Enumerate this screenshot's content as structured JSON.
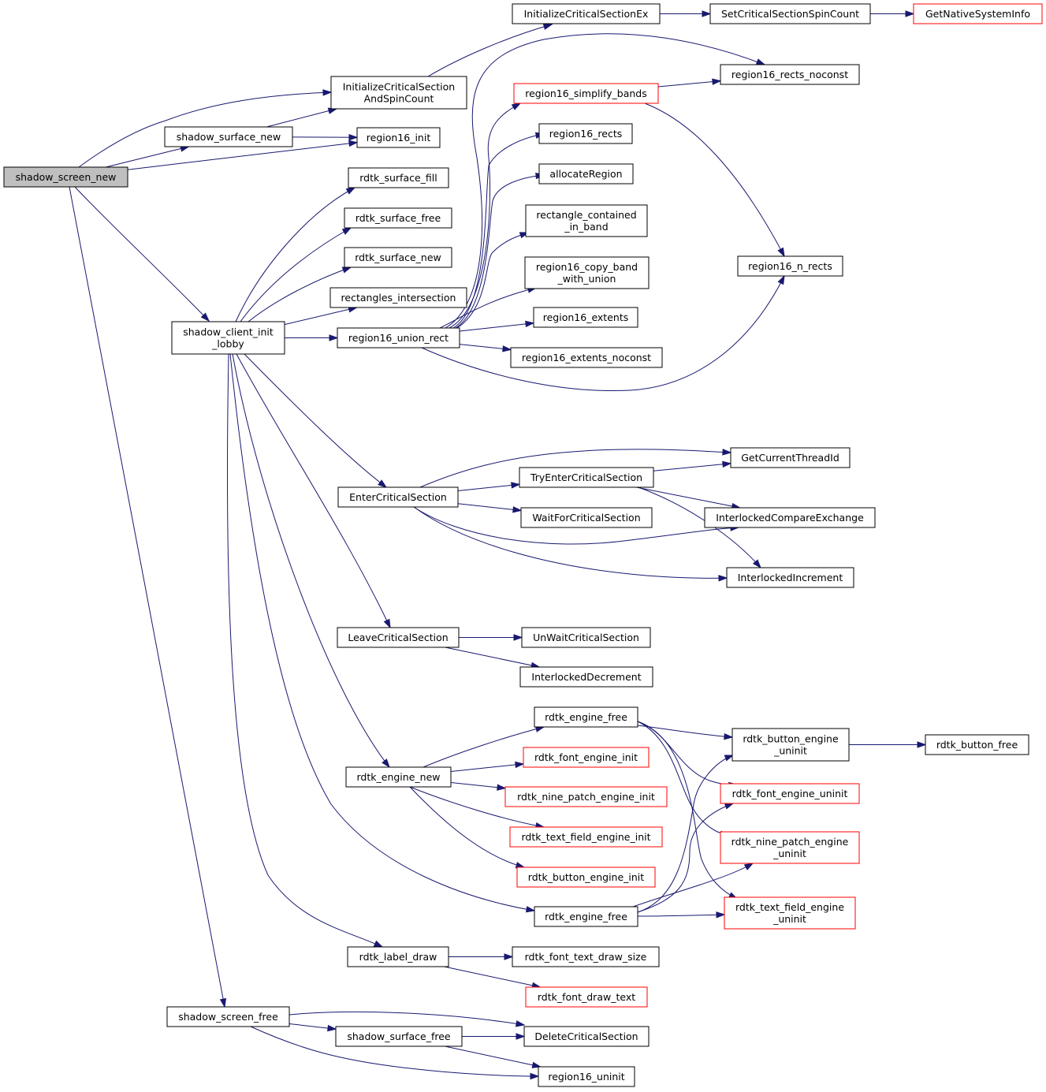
{
  "nodes": [
    {
      "id": "shadow_screen_new",
      "lines": [
        "shadow_screen_new"
      ],
      "style": "root"
    },
    {
      "id": "InitializeCriticalSectionEx",
      "lines": [
        "InitializeCriticalSectionEx"
      ]
    },
    {
      "id": "SetCriticalSectionSpinCount",
      "lines": [
        "SetCriticalSectionSpinCount"
      ]
    },
    {
      "id": "GetNativeSystemInfo",
      "lines": [
        "GetNativeSystemInfo"
      ],
      "style": "ext"
    },
    {
      "id": "InitializeCriticalSectionAndSpinCount",
      "lines": [
        "InitializeCriticalSection",
        "AndSpinCount"
      ]
    },
    {
      "id": "shadow_surface_new",
      "lines": [
        "shadow_surface_new"
      ]
    },
    {
      "id": "region16_init",
      "lines": [
        "region16_init"
      ]
    },
    {
      "id": "region16_rects_noconst",
      "lines": [
        "region16_rects_noconst"
      ]
    },
    {
      "id": "region16_simplify_bands",
      "lines": [
        "region16_simplify_bands"
      ],
      "style": "ext"
    },
    {
      "id": "region16_rects",
      "lines": [
        "region16_rects"
      ]
    },
    {
      "id": "allocateRegion",
      "lines": [
        "allocateRegion"
      ]
    },
    {
      "id": "rectangle_contained_in_band",
      "lines": [
        "rectangle_contained",
        "_in_band"
      ]
    },
    {
      "id": "region16_copy_band_with_union",
      "lines": [
        "region16_copy_band",
        "_with_union"
      ]
    },
    {
      "id": "region16_n_rects",
      "lines": [
        "region16_n_rects"
      ]
    },
    {
      "id": "region16_extents",
      "lines": [
        "region16_extents"
      ]
    },
    {
      "id": "region16_extents_noconst",
      "lines": [
        "region16_extents_noconst"
      ]
    },
    {
      "id": "rdtk_surface_fill",
      "lines": [
        "rdtk_surface_fill"
      ]
    },
    {
      "id": "rdtk_surface_free",
      "lines": [
        "rdtk_surface_free"
      ]
    },
    {
      "id": "rdtk_surface_new",
      "lines": [
        "rdtk_surface_new"
      ]
    },
    {
      "id": "rectangles_intersection",
      "lines": [
        "rectangles_intersection"
      ]
    },
    {
      "id": "shadow_client_init_lobby",
      "lines": [
        "shadow_client_init",
        "_lobby"
      ]
    },
    {
      "id": "region16_union_rect",
      "lines": [
        "region16_union_rect"
      ]
    },
    {
      "id": "GetCurrentThreadId",
      "lines": [
        "GetCurrentThreadId"
      ]
    },
    {
      "id": "TryEnterCriticalSection",
      "lines": [
        "TryEnterCriticalSection"
      ]
    },
    {
      "id": "EnterCriticalSection",
      "lines": [
        "EnterCriticalSection"
      ]
    },
    {
      "id": "WaitForCriticalSection",
      "lines": [
        "WaitForCriticalSection"
      ]
    },
    {
      "id": "InterlockedCompareExchange",
      "lines": [
        "InterlockedCompareExchange"
      ]
    },
    {
      "id": "InterlockedIncrement",
      "lines": [
        "InterlockedIncrement"
      ]
    },
    {
      "id": "LeaveCriticalSection",
      "lines": [
        "LeaveCriticalSection"
      ]
    },
    {
      "id": "UnWaitCriticalSection",
      "lines": [
        "UnWaitCriticalSection"
      ]
    },
    {
      "id": "InterlockedDecrement",
      "lines": [
        "InterlockedDecrement"
      ]
    },
    {
      "id": "rdtk_engine_free_a",
      "lines": [
        "rdtk_engine_free"
      ]
    },
    {
      "id": "rdtk_button_engine_uninit",
      "lines": [
        "rdtk_button_engine",
        "_uninit"
      ]
    },
    {
      "id": "rdtk_button_free",
      "lines": [
        "rdtk_button_free"
      ]
    },
    {
      "id": "rdtk_font_engine_init",
      "lines": [
        "rdtk_font_engine_init"
      ],
      "style": "ext"
    },
    {
      "id": "rdtk_engine_new",
      "lines": [
        "rdtk_engine_new"
      ]
    },
    {
      "id": "rdtk_font_engine_uninit",
      "lines": [
        "rdtk_font_engine_uninit"
      ],
      "style": "ext"
    },
    {
      "id": "rdtk_nine_patch_engine_init",
      "lines": [
        "rdtk_nine_patch_engine_init"
      ],
      "style": "ext"
    },
    {
      "id": "rdtk_nine_patch_engine_uninit",
      "lines": [
        "rdtk_nine_patch_engine",
        "_uninit"
      ],
      "style": "ext"
    },
    {
      "id": "rdtk_text_field_engine_init",
      "lines": [
        "rdtk_text_field_engine_init"
      ],
      "style": "ext"
    },
    {
      "id": "rdtk_button_engine_init",
      "lines": [
        "rdtk_button_engine_init"
      ],
      "style": "ext"
    },
    {
      "id": "rdtk_text_field_engine_uninit",
      "lines": [
        "rdtk_text_field_engine",
        "_uninit"
      ],
      "style": "ext"
    },
    {
      "id": "rdtk_engine_free_b",
      "lines": [
        "rdtk_engine_free"
      ]
    },
    {
      "id": "rdtk_label_draw",
      "lines": [
        "rdtk_label_draw"
      ]
    },
    {
      "id": "rdtk_font_text_draw_size",
      "lines": [
        "rdtk_font_text_draw_size"
      ]
    },
    {
      "id": "rdtk_font_draw_text",
      "lines": [
        "rdtk_font_draw_text"
      ],
      "style": "ext"
    },
    {
      "id": "shadow_screen_free",
      "lines": [
        "shadow_screen_free"
      ]
    },
    {
      "id": "shadow_surface_free",
      "lines": [
        "shadow_surface_free"
      ]
    },
    {
      "id": "DeleteCriticalSection",
      "lines": [
        "DeleteCriticalSection"
      ]
    },
    {
      "id": "region16_uninit",
      "lines": [
        "region16_uninit"
      ]
    }
  ],
  "edges": [
    [
      "shadow_screen_new",
      "InitializeCriticalSectionAndSpinCount"
    ],
    [
      "shadow_screen_new",
      "shadow_surface_new"
    ],
    [
      "shadow_screen_new",
      "region16_init"
    ],
    [
      "shadow_screen_new",
      "shadow_client_init_lobby"
    ],
    [
      "shadow_screen_new",
      "shadow_screen_free"
    ],
    [
      "InitializeCriticalSectionAndSpinCount",
      "InitializeCriticalSectionEx"
    ],
    [
      "InitializeCriticalSectionEx",
      "SetCriticalSectionSpinCount"
    ],
    [
      "SetCriticalSectionSpinCount",
      "GetNativeSystemInfo"
    ],
    [
      "shadow_surface_new",
      "InitializeCriticalSectionAndSpinCount"
    ],
    [
      "shadow_surface_new",
      "region16_init"
    ],
    [
      "shadow_client_init_lobby",
      "rdtk_surface_fill"
    ],
    [
      "shadow_client_init_lobby",
      "rdtk_surface_free"
    ],
    [
      "shadow_client_init_lobby",
      "rdtk_surface_new"
    ],
    [
      "shadow_client_init_lobby",
      "rectangles_intersection"
    ],
    [
      "shadow_client_init_lobby",
      "region16_union_rect"
    ],
    [
      "shadow_client_init_lobby",
      "EnterCriticalSection"
    ],
    [
      "shadow_client_init_lobby",
      "LeaveCriticalSection"
    ],
    [
      "shadow_client_init_lobby",
      "rdtk_engine_new"
    ],
    [
      "shadow_client_init_lobby",
      "rdtk_engine_free_b"
    ],
    [
      "shadow_client_init_lobby",
      "rdtk_label_draw"
    ],
    [
      "region16_union_rect",
      "region16_rects_noconst"
    ],
    [
      "region16_union_rect",
      "region16_simplify_bands"
    ],
    [
      "region16_union_rect",
      "region16_rects"
    ],
    [
      "region16_union_rect",
      "allocateRegion"
    ],
    [
      "region16_union_rect",
      "rectangle_contained_in_band"
    ],
    [
      "region16_union_rect",
      "region16_copy_band_with_union"
    ],
    [
      "region16_union_rect",
      "region16_extents"
    ],
    [
      "region16_union_rect",
      "region16_extents_noconst"
    ],
    [
      "region16_union_rect",
      "region16_n_rects"
    ],
    [
      "region16_simplify_bands",
      "region16_rects_noconst"
    ],
    [
      "region16_simplify_bands",
      "region16_n_rects"
    ],
    [
      "EnterCriticalSection",
      "GetCurrentThreadId"
    ],
    [
      "EnterCriticalSection",
      "TryEnterCriticalSection"
    ],
    [
      "EnterCriticalSection",
      "WaitForCriticalSection"
    ],
    [
      "EnterCriticalSection",
      "InterlockedCompareExchange"
    ],
    [
      "EnterCriticalSection",
      "InterlockedIncrement"
    ],
    [
      "TryEnterCriticalSection",
      "GetCurrentThreadId"
    ],
    [
      "TryEnterCriticalSection",
      "InterlockedCompareExchange"
    ],
    [
      "TryEnterCriticalSection",
      "InterlockedIncrement"
    ],
    [
      "LeaveCriticalSection",
      "UnWaitCriticalSection"
    ],
    [
      "LeaveCriticalSection",
      "InterlockedDecrement"
    ],
    [
      "rdtk_engine_new",
      "rdtk_engine_free_a"
    ],
    [
      "rdtk_engine_new",
      "rdtk_font_engine_init"
    ],
    [
      "rdtk_engine_new",
      "rdtk_nine_patch_engine_init"
    ],
    [
      "rdtk_engine_new",
      "rdtk_text_field_engine_init"
    ],
    [
      "rdtk_engine_new",
      "rdtk_button_engine_init"
    ],
    [
      "rdtk_engine_free_a",
      "rdtk_button_engine_uninit"
    ],
    [
      "rdtk_engine_free_a",
      "rdtk_font_engine_uninit"
    ],
    [
      "rdtk_engine_free_a",
      "rdtk_nine_patch_engine_uninit"
    ],
    [
      "rdtk_engine_free_a",
      "rdtk_text_field_engine_uninit"
    ],
    [
      "rdtk_engine_free_b",
      "rdtk_button_engine_uninit"
    ],
    [
      "rdtk_engine_free_b",
      "rdtk_font_engine_uninit"
    ],
    [
      "rdtk_engine_free_b",
      "rdtk_nine_patch_engine_uninit"
    ],
    [
      "rdtk_engine_free_b",
      "rdtk_text_field_engine_uninit"
    ],
    [
      "rdtk_button_engine_uninit",
      "rdtk_button_free"
    ],
    [
      "rdtk_label_draw",
      "rdtk_font_text_draw_size"
    ],
    [
      "rdtk_label_draw",
      "rdtk_font_draw_text"
    ],
    [
      "shadow_screen_free",
      "DeleteCriticalSection"
    ],
    [
      "shadow_screen_free",
      "shadow_surface_free"
    ],
    [
      "shadow_screen_free",
      "region16_uninit"
    ],
    [
      "shadow_surface_free",
      "DeleteCriticalSection"
    ],
    [
      "shadow_surface_free",
      "region16_uninit"
    ]
  ],
  "colors": {
    "edge": "#191970",
    "node_border": "#000000",
    "external_border": "#ff0000",
    "root_fill": "#bfbfbf",
    "background": "#ffffff"
  }
}
